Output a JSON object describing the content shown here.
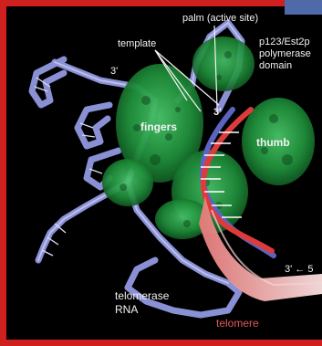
{
  "labels": {
    "palm": "palm (active site)",
    "template": "template",
    "p123_line1": "p123/Est2p",
    "p123_line2": "polymerase",
    "p123_line3": "domain",
    "three_prime_a": "3'",
    "three_prime_b": "3'",
    "fingers": "fingers",
    "thumb": "thumb",
    "three_to_five": "3' ← 5",
    "telomerase_rna_line1": "telomerase",
    "telomerase_rna_line2": "RNA",
    "telomere": "telomere"
  },
  "colors": {
    "frame_red": "#d01f1f",
    "background": "#000000",
    "protein_green": "#1f8f3a",
    "rna_blue": "#7f86c9",
    "telomere_red": "#dd3b3b",
    "label_white": "#f2f2f2",
    "label_red": "#e25858"
  }
}
